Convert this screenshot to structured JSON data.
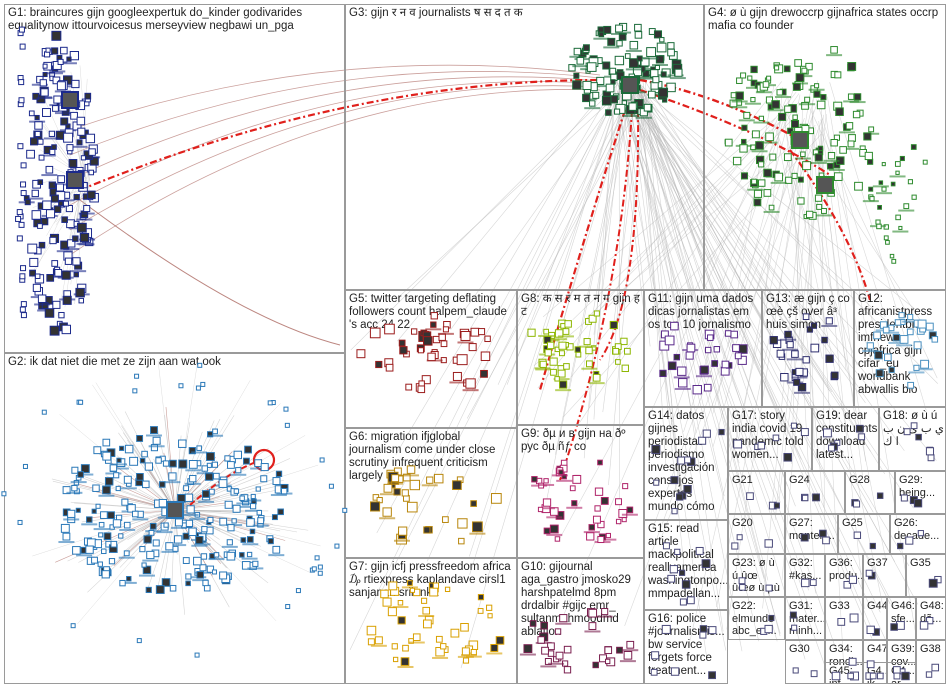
{
  "groups": [
    {
      "id": "G1",
      "label": "G1: braincures gijn googleexpertuk do_kinder godivarides equalitynow ittourvoicesus merseyview negbawi un_pga",
      "color": "#1c2a8c"
    },
    {
      "id": "G2",
      "label": "G2: ik dat niet die met ze zijn aan wat ook",
      "color": "#2a78b8"
    },
    {
      "id": "G3",
      "label": "G3: gijn र न व journalists ष स द त क",
      "color": "#1b6b3a"
    },
    {
      "id": "G4",
      "label": "G4: ø ù gijn drewoccrp gijnafrica states occrp mafia co founder",
      "color": "#2e8b2e"
    },
    {
      "id": "G5",
      "label": "G5: twitter targeting deflating followers count halpem_claude 's acc 24 22",
      "color": "#9b1c1c"
    },
    {
      "id": "G6",
      "label": "G6: migration ifjglobal journalism come under close scrutiny infrequent criticism largely",
      "color": "#b8860b"
    },
    {
      "id": "G7",
      "label": "G7: gijn icfj pressfreedom africa ₯ rtiexpress kaplandave cirsl1 sanjanah srilanka",
      "color": "#d9a000"
    },
    {
      "id": "G8",
      "label": "G8: क स र म त न ग gijn ह ट",
      "color": "#8db600"
    },
    {
      "id": "G9",
      "label": "G9: ðµ и в gijn на ðº рус ðµ ñƒ co",
      "color": "#b0246a"
    },
    {
      "id": "G10",
      "label": "G10: gijournal aga_gastro jmosko29 harshpatelmd 8pm drdalbir #gijc emr_ sultanmahmoodmd ablation",
      "color": "#7a1f4f"
    },
    {
      "id": "G11",
      "label": "G11: gijn uma dados dicas jornalistas em os top 10 jornalismo",
      "color": "#5a2a8a"
    },
    {
      "id": "G12",
      "label": "G12: africanistpress presidentbio imfnews cpjafrica gijn cifar_eu worldbank abwallis bio",
      "color": "#4a90c0"
    },
    {
      "id": "G13",
      "label": "G13: æ gijn ç co œè çš over â³ huis simon",
      "color": "#2f2f6f"
    },
    {
      "id": "G14",
      "label": "G14: datos gijnes periodistas periodismo investigación consejos expertos mundo cómo",
      "color": "#555555"
    },
    {
      "id": "G15",
      "label": "G15: read article mackpolitical reallyamerica washingtonpo... mmpadellan...",
      "color": "#555555"
    },
    {
      "id": "G16",
      "label": "G16: police #journalismis... bw service forgets force treatment...",
      "color": "#555555"
    },
    {
      "id": "G17",
      "label": "G17: story india covid 19 pandemic told women...",
      "color": "#555555"
    },
    {
      "id": "G18",
      "label": "G18: ø ù ú ي ب ی ن ب ا ك",
      "color": "#555555"
    },
    {
      "id": "G19",
      "label": "G19: dear constituents download latest...",
      "color": "#555555"
    },
    {
      "id": "G20",
      "label": "G20",
      "color": "#555555"
    },
    {
      "id": "G21",
      "label": "G21",
      "color": "#555555"
    },
    {
      "id": "G22",
      "label": "G22: elmundo abc_es...",
      "color": "#555555"
    },
    {
      "id": "G23",
      "label": "G23: ø ù ú ûœ ûœø ù µù ...",
      "color": "#555555"
    },
    {
      "id": "G24",
      "label": "G24",
      "color": "#555555"
    },
    {
      "id": "G25",
      "label": "G25",
      "color": "#555555"
    },
    {
      "id": "G26",
      "label": "G26: decade...",
      "color": "#555555"
    },
    {
      "id": "G27",
      "label": "G27: monten...",
      "color": "#555555"
    },
    {
      "id": "G28",
      "label": "G28",
      "color": "#555555"
    },
    {
      "id": "G29",
      "label": "G29: being...",
      "color": "#555555"
    },
    {
      "id": "G30",
      "label": "G30",
      "color": "#555555"
    },
    {
      "id": "G31",
      "label": "G31: mater... minh...",
      "color": "#555555"
    },
    {
      "id": "G32",
      "label": "G32: #kas...",
      "color": "#555555"
    },
    {
      "id": "G33",
      "label": "G33",
      "color": "#555555"
    },
    {
      "id": "G34",
      "label": "G34: rondl...",
      "color": "#555555"
    },
    {
      "id": "G35",
      "label": "G35",
      "color": "#555555"
    },
    {
      "id": "G36",
      "label": "G36: produ...",
      "color": "#555555"
    },
    {
      "id": "G37",
      "label": "G37",
      "color": "#555555"
    },
    {
      "id": "G38",
      "label": "G38",
      "color": "#555555"
    },
    {
      "id": "G39",
      "label": "G39: cov...",
      "color": "#555555"
    },
    {
      "id": "G4x",
      "label": "G4...: ik",
      "color": "#555555"
    },
    {
      "id": "G44",
      "label": "G44",
      "color": "#555555"
    },
    {
      "id": "G45",
      "label": "G45: inf...",
      "color": "#555555"
    },
    {
      "id": "G46",
      "label": "G46: sfe...",
      "color": "#555555"
    },
    {
      "id": "G47",
      "label": "G47",
      "color": "#555555"
    },
    {
      "id": "G48",
      "label": "G48: dã...",
      "color": "#555555"
    },
    {
      "id": "G49",
      "label": "G4...: ar...",
      "color": "#555555"
    }
  ],
  "colors": {
    "edge_gray": "#b4b4b4",
    "edge_red": "#e0201c",
    "edge_brown": "#a0524a",
    "panel_border": "#9a9a9a"
  }
}
